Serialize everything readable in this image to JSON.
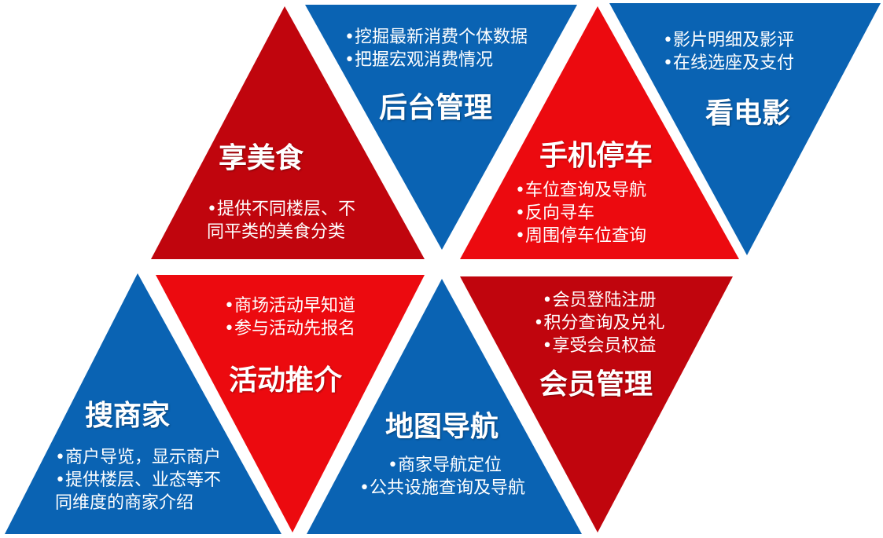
{
  "colors": {
    "blue": "#0a63b3",
    "dark_red": "#c0050d",
    "red": "#ec0a0f"
  },
  "panels": {
    "food": {
      "title": "享美食",
      "bullets": [
        "•提供不同楼层、不",
        "同平类的美食分类"
      ]
    },
    "backend": {
      "title": "后台管理",
      "bullets": [
        "•挖掘最新消费个体数据",
        "•把握宏观消费情况"
      ]
    },
    "parking": {
      "title": "手机停车",
      "bullets": [
        "•车位查询及导航",
        "•反向寻车",
        "•周围停车位查询"
      ]
    },
    "movie": {
      "title": "看电影",
      "bullets": [
        "•影片明细及影评",
        "•在线选座及支付"
      ]
    },
    "search": {
      "title": "搜商家",
      "bullets": [
        "•商户导览，显示商户",
        "•提供楼层、业态等不",
        "同维度的商家介绍"
      ]
    },
    "events": {
      "title": "活动推介",
      "bullets": [
        "•商场活动早知道",
        "•参与活动先报名"
      ]
    },
    "map": {
      "title": "地图导航",
      "bullets": [
        "•商家导航定位",
        "•公共设施查询及导航"
      ]
    },
    "member": {
      "title": "会员管理",
      "bullets": [
        "•会员登陆注册",
        "•积分查询及兑礼",
        "•享受会员权益"
      ]
    }
  }
}
